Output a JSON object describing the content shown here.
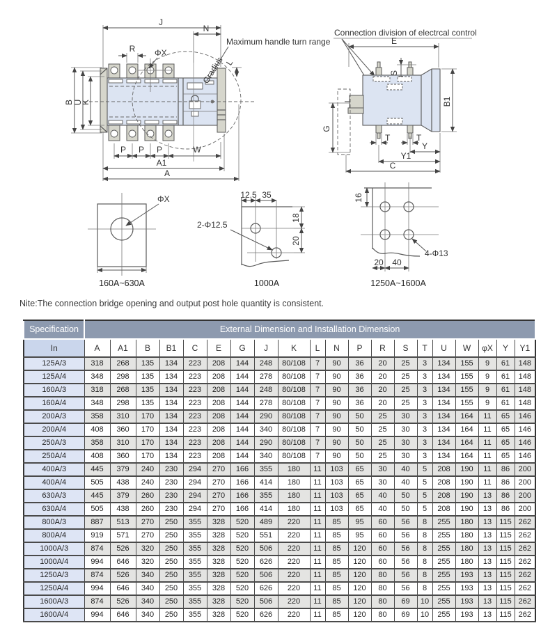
{
  "fv": {
    "j": "J",
    "n": "N",
    "handle_note": "Maximum handle turn range",
    "r": "R",
    "phix": "ΦX",
    "gradius": "Gradius",
    "l": "L",
    "b": "B",
    "u": "U",
    "k": "K",
    "p1": "P",
    "p2": "P",
    "p3": "P",
    "w": "W",
    "a1": "A1",
    "a": "A"
  },
  "sv": {
    "title": "Connection division of electrcal control",
    "e": "E",
    "s": "S",
    "b1": "B1",
    "g": "G",
    "t1": "T",
    "t2": "T",
    "y": "Y",
    "y1": "Y1",
    "c": "C"
  },
  "h1": {
    "phix": "ΦX",
    "caption": "160A~630A"
  },
  "h2": {
    "w1": "12.5",
    "w2": "35",
    "label": "2-Φ12.5",
    "d1": "18",
    "d2": "20",
    "caption": "1000A"
  },
  "h3": {
    "d": "16",
    "label": "4-Φ13",
    "w1": "20",
    "w2": "40",
    "caption": "1250A~1600A"
  },
  "note": "Nite:The connection bridge opening and output post hole quantity is consistent.",
  "colors": {
    "header_bg": "#8D9AAF",
    "subheader_in_bg": "#CAD6EC",
    "spec_col_bg": "#DEE5F5",
    "alt_row_bg": "#E4E4E2",
    "drawing_fill": "#DCE4F2"
  },
  "table": {
    "col1_header": "Specification",
    "main_header": "External Dimension and Installation Dimension",
    "columns": [
      "In",
      "A",
      "A1",
      "B",
      "B1",
      "C",
      "E",
      "G",
      "J",
      "K",
      "L",
      "N",
      "P",
      "R",
      "S",
      "T",
      "U",
      "W",
      "φX",
      "Y",
      "Y1"
    ],
    "rows": [
      [
        "125A/3",
        "318",
        "268",
        "135",
        "134",
        "223",
        "208",
        "144",
        "248",
        "80/108",
        "7",
        "90",
        "36",
        "20",
        "25",
        "3",
        "134",
        "155",
        "9",
        "61",
        "148"
      ],
      [
        "125A/4",
        "348",
        "298",
        "135",
        "134",
        "223",
        "208",
        "144",
        "278",
        "80/108",
        "7",
        "90",
        "36",
        "20",
        "25",
        "3",
        "134",
        "155",
        "9",
        "61",
        "148"
      ],
      [
        "160A/3",
        "318",
        "268",
        "135",
        "134",
        "223",
        "208",
        "144",
        "248",
        "80/108",
        "7",
        "90",
        "36",
        "20",
        "25",
        "3",
        "134",
        "155",
        "9",
        "61",
        "148"
      ],
      [
        "160A/4",
        "348",
        "298",
        "135",
        "134",
        "223",
        "208",
        "144",
        "278",
        "80/108",
        "7",
        "90",
        "36",
        "20",
        "25",
        "3",
        "134",
        "155",
        "9",
        "61",
        "148"
      ],
      [
        "200A/3",
        "358",
        "310",
        "170",
        "134",
        "223",
        "208",
        "144",
        "290",
        "80/108",
        "7",
        "90",
        "50",
        "25",
        "30",
        "3",
        "134",
        "164",
        "11",
        "65",
        "146"
      ],
      [
        "200A/4",
        "408",
        "360",
        "170",
        "134",
        "223",
        "208",
        "144",
        "340",
        "80/108",
        "7",
        "90",
        "50",
        "25",
        "30",
        "3",
        "134",
        "164",
        "11",
        "65",
        "146"
      ],
      [
        "250A/3",
        "358",
        "310",
        "170",
        "134",
        "223",
        "208",
        "144",
        "290",
        "80/108",
        "7",
        "90",
        "50",
        "25",
        "30",
        "3",
        "134",
        "164",
        "11",
        "65",
        "146"
      ],
      [
        "250A/4",
        "408",
        "360",
        "170",
        "134",
        "223",
        "208",
        "144",
        "340",
        "80/108",
        "7",
        "90",
        "50",
        "25",
        "30",
        "3",
        "134",
        "164",
        "11",
        "65",
        "146"
      ],
      [
        "400A/3",
        "445",
        "379",
        "240",
        "230",
        "294",
        "270",
        "166",
        "355",
        "180",
        "11",
        "103",
        "65",
        "30",
        "40",
        "5",
        "208",
        "190",
        "11",
        "86",
        "200"
      ],
      [
        "400A/4",
        "505",
        "438",
        "240",
        "230",
        "294",
        "270",
        "166",
        "414",
        "180",
        "11",
        "103",
        "65",
        "30",
        "40",
        "5",
        "208",
        "190",
        "11",
        "86",
        "200"
      ],
      [
        "630A/3",
        "445",
        "379",
        "260",
        "230",
        "294",
        "270",
        "166",
        "355",
        "180",
        "11",
        "103",
        "65",
        "40",
        "50",
        "5",
        "208",
        "190",
        "13",
        "86",
        "200"
      ],
      [
        "630A/4",
        "505",
        "438",
        "260",
        "230",
        "294",
        "270",
        "166",
        "414",
        "180",
        "11",
        "103",
        "65",
        "40",
        "50",
        "5",
        "208",
        "190",
        "13",
        "86",
        "200"
      ],
      [
        "800A/3",
        "887",
        "513",
        "270",
        "250",
        "355",
        "328",
        "520",
        "489",
        "220",
        "11",
        "85",
        "95",
        "60",
        "56",
        "8",
        "255",
        "180",
        "13",
        "115",
        "262"
      ],
      [
        "800A/4",
        "919",
        "571",
        "270",
        "250",
        "355",
        "328",
        "520",
        "551",
        "220",
        "11",
        "85",
        "95",
        "60",
        "56",
        "8",
        "255",
        "180",
        "13",
        "115",
        "262"
      ],
      [
        "1000A/3",
        "874",
        "526",
        "320",
        "250",
        "355",
        "328",
        "520",
        "506",
        "220",
        "11",
        "85",
        "120",
        "60",
        "56",
        "8",
        "255",
        "180",
        "13",
        "115",
        "262"
      ],
      [
        "1000A/4",
        "994",
        "646",
        "320",
        "250",
        "355",
        "328",
        "520",
        "626",
        "220",
        "11",
        "85",
        "120",
        "60",
        "56",
        "8",
        "255",
        "180",
        "13",
        "115",
        "262"
      ],
      [
        "1250A/3",
        "874",
        "526",
        "340",
        "250",
        "355",
        "328",
        "520",
        "506",
        "220",
        "11",
        "85",
        "120",
        "80",
        "56",
        "8",
        "255",
        "193",
        "13",
        "115",
        "262"
      ],
      [
        "1250A/4",
        "994",
        "646",
        "340",
        "250",
        "355",
        "328",
        "520",
        "626",
        "220",
        "11",
        "85",
        "120",
        "80",
        "56",
        "8",
        "255",
        "193",
        "13",
        "115",
        "262"
      ],
      [
        "1600A/3",
        "874",
        "526",
        "340",
        "250",
        "355",
        "328",
        "520",
        "506",
        "220",
        "11",
        "85",
        "120",
        "80",
        "69",
        "10",
        "255",
        "193",
        "13",
        "115",
        "262"
      ],
      [
        "1600A/4",
        "994",
        "646",
        "340",
        "250",
        "355",
        "328",
        "520",
        "626",
        "220",
        "11",
        "85",
        "120",
        "80",
        "69",
        "10",
        "255",
        "193",
        "13",
        "115",
        "262"
      ]
    ]
  }
}
